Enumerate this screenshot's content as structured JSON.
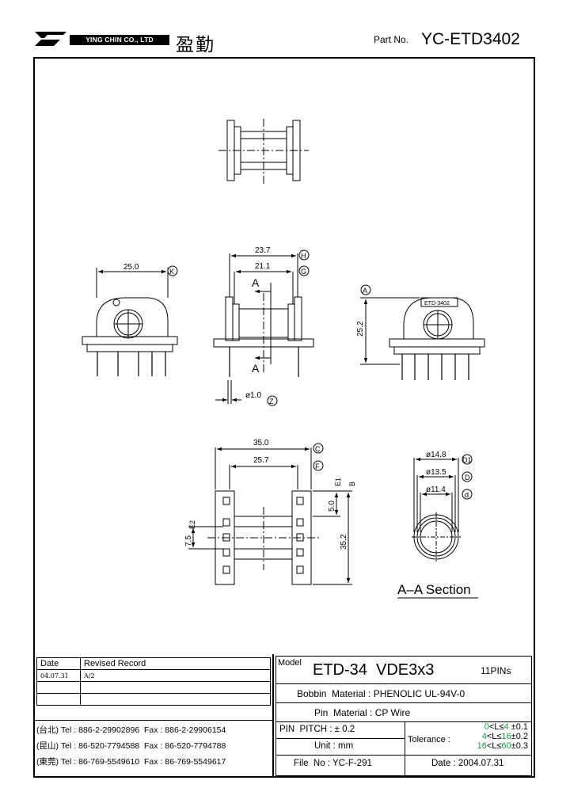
{
  "header": {
    "company": "YING CHIN CO., LTD",
    "company_cn": "盈勤",
    "part_label": "Part No.",
    "part_no": "YC-ETD3402"
  },
  "dims": {
    "d25_0": "25.0",
    "k": "K",
    "d23_7": "23.7",
    "h": "H",
    "d21_1": "21.1",
    "g": "G",
    "sec_a": "A",
    "d25_2": "25.2",
    "a": "A",
    "label_etd": "ETD-3402",
    "phi1_0": "ø1.0",
    "z": "Z",
    "d35_0": "35.0",
    "c": "C",
    "d25_7": "25.7",
    "f": "F",
    "e1": "E1",
    "b": "B",
    "d5_0": "5.0",
    "e2": "E2",
    "d7_5": "7.5",
    "d35_2": "35.2",
    "phi14_8": "ø14.8",
    "d1": "D1",
    "phi13_5": "ø13.5",
    "d": "D",
    "phi11_4": "ø11.4",
    "dd": "d",
    "section_title": "A–A Section"
  },
  "revision": {
    "col_date": "Date",
    "col_record": "Revised Record",
    "rows": [
      {
        "date": "04.07.31",
        "record": "A/2"
      },
      {
        "date": "",
        "record": ""
      },
      {
        "date": "",
        "record": ""
      }
    ]
  },
  "contacts": [
    {
      "city": "(台北)",
      "tel": "Tel : 886-2-29902896",
      "fax": "Fax : 886-2-29906154"
    },
    {
      "city": "(昆山)",
      "tel": "Tel : 86-520-7794588",
      "fax": "Fax : 86-520-7794788"
    },
    {
      "city": "(東莞)",
      "tel": "Tel : 86-769-5549610",
      "fax": "Fax : 86-769-5549617"
    }
  ],
  "spec": {
    "model_label": "Model",
    "model": "ETD-34  VDE3x3",
    "pins": "11PINs",
    "bobbin_label": "Bobbin  Material :",
    "bobbin": "PHENOLIC UL-94V-0",
    "pin_label": "Pin  Material :",
    "pin": "CP Wire",
    "pitch_label": "PIN  PITCH :",
    "pitch": "± 0.2",
    "unit_label": "Unit :",
    "unit": "mm",
    "file_label": "File  No :",
    "file": "YC-F-291",
    "date_label": "Date :",
    "date": "2004.07.31",
    "tol_label": "Tolerance :",
    "tol": [
      {
        "lo": "0",
        "hi": "4",
        "v": "±0.1"
      },
      {
        "lo": "4",
        "hi": "16",
        "v": "±0.2"
      },
      {
        "lo": "16",
        "hi": "60",
        "v": "±0.3"
      }
    ]
  }
}
